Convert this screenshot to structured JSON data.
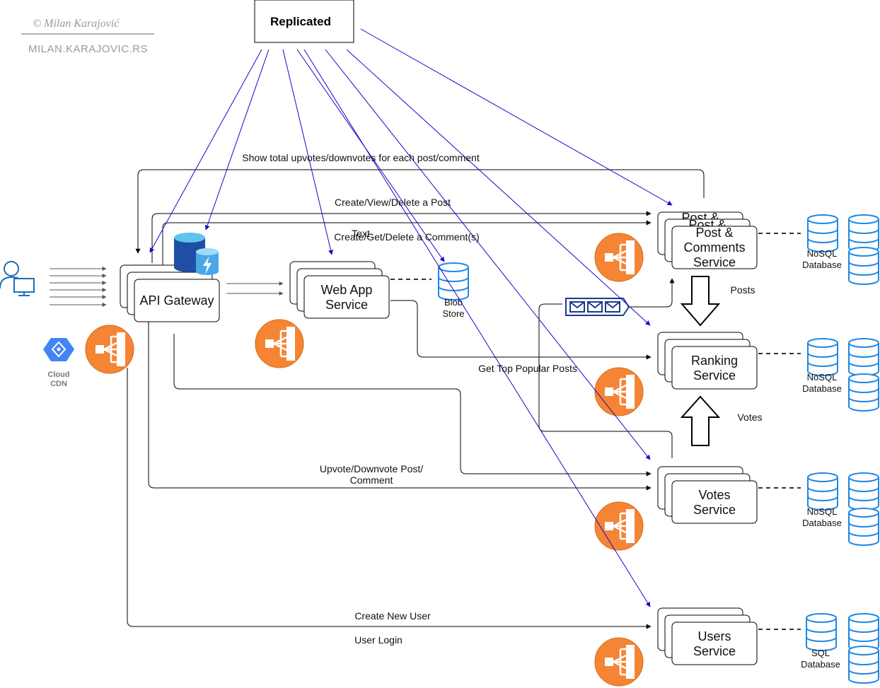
{
  "watermark": {
    "line1": "©    Milan Karajović",
    "line2": "MILAN.KARAJOVIC.RS"
  },
  "replicated": {
    "label": "Replicated"
  },
  "cdn": {
    "line1": "Cloud",
    "line2": "CDN"
  },
  "services": {
    "api_gateway": "API Gateway",
    "web_app": {
      "line1": "Web App",
      "line2": "Service"
    },
    "post_back1": "Post &",
    "post_back2": "Post &",
    "post": {
      "line1": "Post &",
      "line2": "Comments",
      "line3": "Service"
    },
    "ranking": {
      "line1": "Ranking",
      "line2": "Service"
    },
    "votes": {
      "line1": "Votes",
      "line2": "Service"
    },
    "users": {
      "line1": "Users",
      "line2": "Service"
    }
  },
  "blob": {
    "line1": "Blob",
    "line2": "Store"
  },
  "databases": {
    "post": {
      "line1": "NoSQL",
      "line2": "Database"
    },
    "ranking": {
      "line1": "NoSQL",
      "line2": "Database"
    },
    "votes": {
      "line1": "NoSQL",
      "line2": "Database"
    },
    "users": {
      "line1": "SQL",
      "line2": "Database"
    }
  },
  "edges": {
    "show_total": "Show total upvotes/downvotes for each post/comment",
    "create_post": "Create/View/Delete a Post",
    "text": "Text",
    "create_comment": "Create/Get/Delete a Comment(s)",
    "posts": "Posts",
    "get_top": "Get Top Popular Posts",
    "votes": "Votes",
    "upvote_line1": "Upvote/Downvote Post/",
    "upvote_line2": "Comment",
    "create_user": "Create New User",
    "user_login": "User Login"
  },
  "icons": {
    "user": "user-computer-icon",
    "cdn": "cloud-cdn-icon",
    "cache": "redis-cache-icon",
    "queue": "message-queue-icon",
    "load_balancer": "load-balancer-icon",
    "database": "database-icon"
  },
  "colors": {
    "replicated_arrows": "#2200cc",
    "load_balancer": "#f58534",
    "database": "#1e88e5",
    "queue": "#1a3a8a"
  }
}
